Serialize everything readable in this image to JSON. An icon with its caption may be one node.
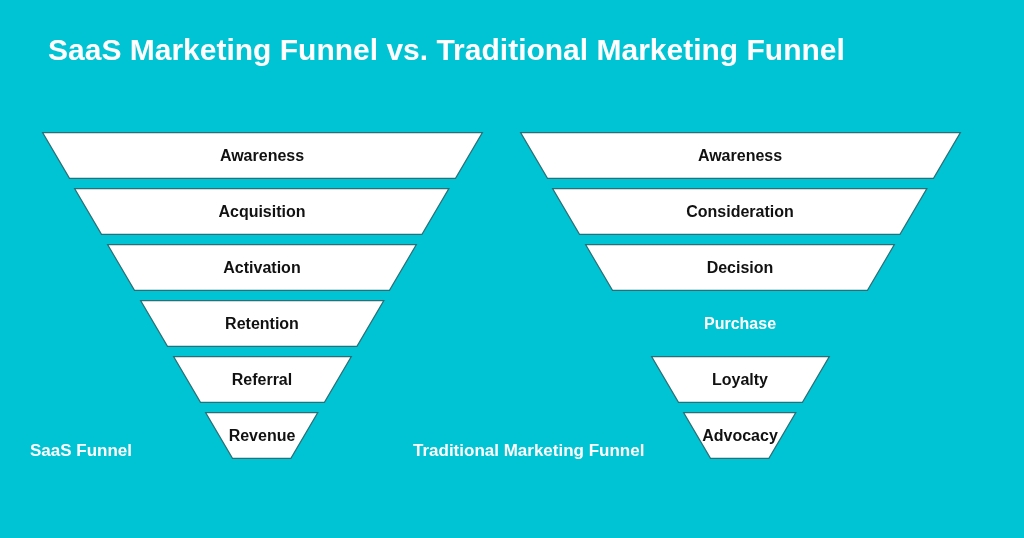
{
  "diagram": {
    "title": "SaaS Marketing Funnel vs. Traditional Marketing Funnel",
    "nodes": [
      {
        "text": [
          "Awareness"
        ]
      },
      {
        "text": [
          "Acquisition"
        ]
      },
      {
        "text": [
          "Activation"
        ]
      },
      {
        "text": [
          "Retention"
        ]
      },
      {
        "text": [
          "Referral"
        ]
      },
      {
        "text": [
          "Revenue"
        ]
      },
      {
        "text": [
          "Awareness"
        ]
      },
      {
        "text": [
          "Consideration"
        ]
      },
      {
        "text": [
          "Decision"
        ]
      },
      {
        "text": [
          "Loyalty"
        ]
      },
      {
        "text": [
          "Advocacy"
        ]
      }
    ],
    "labels": [
      "Purchase",
      "SaaS Funnel",
      "Traditional Marketing Funnel"
    ]
  }
}
